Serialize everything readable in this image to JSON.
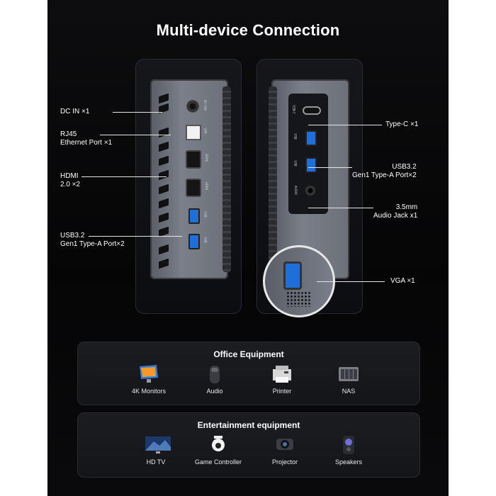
{
  "title": "Multi-device Connection",
  "left_labels": [
    {
      "line1": "DC IN ×1",
      "line2": ""
    },
    {
      "line1": "RJ45",
      "line2": "Ethernet Port ×1"
    },
    {
      "line1": "HDMI",
      "line2": "2.0 ×2"
    },
    {
      "line1": "USB3.2",
      "line2": "Gen1 Type-A Port×2"
    }
  ],
  "right_labels": [
    {
      "line1": "Type-C  ×1",
      "line2": ""
    },
    {
      "line1": "USB3.2",
      "line2": "Gen1 Type-A Port×2"
    },
    {
      "line1": "3.5mm",
      "line2": "Audio Jack x1"
    },
    {
      "line1": "VGA ×1",
      "line2": ""
    }
  ],
  "port_marks": {
    "dc": "DC-19V",
    "lan": "LAN",
    "hdmi": "HDMI",
    "usb": "USB",
    "usbc": "USB-C",
    "audio": "AUDIO"
  },
  "office": {
    "title": "Office Equipment",
    "items": [
      {
        "label": "4K Monitors",
        "icon": "monitor-icon"
      },
      {
        "label": "Audio",
        "icon": "speaker-icon"
      },
      {
        "label": "Printer",
        "icon": "printer-icon"
      },
      {
        "label": "NAS",
        "icon": "nas-icon"
      }
    ]
  },
  "entertainment": {
    "title": "Entertainment equipment",
    "items": [
      {
        "label": "HD TV",
        "icon": "tv-icon"
      },
      {
        "label": "Game Controller",
        "icon": "camera-icon"
      },
      {
        "label": "Projector",
        "icon": "projector-icon"
      },
      {
        "label": "Speakers",
        "icon": "speakers-icon"
      }
    ]
  },
  "colors": {
    "background": "#050506",
    "panel": "#16171b",
    "accent_usb": "#1e6fd9",
    "device": "#6c7079"
  }
}
